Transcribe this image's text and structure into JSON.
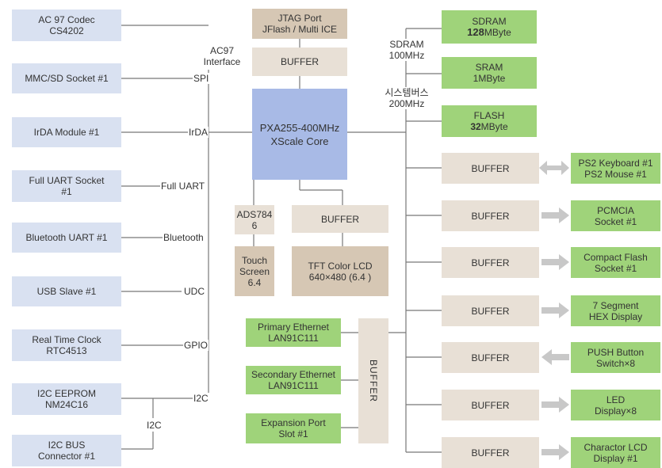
{
  "left": {
    "ac97_codec": [
      "AC 97 Codec",
      "CS4202"
    ],
    "mmc_sd": [
      "MMC/SD Socket #1"
    ],
    "irda_module": [
      "IrDA Module #1"
    ],
    "full_uart_socket": [
      "Full UART Socket",
      "#1"
    ],
    "bluetooth_uart": [
      "Bluetooth UART #1"
    ],
    "usb_slave": [
      "USB Slave #1"
    ],
    "rtc": [
      "Real Time Clock",
      "RTC4513"
    ],
    "i2c_eeprom": [
      "I2C EEPROM",
      "NM24C16"
    ],
    "i2c_bus": [
      "I2C BUS",
      "Connector #1"
    ]
  },
  "interfaces": {
    "ac97": [
      "AC97",
      "Interface"
    ],
    "spi": "SPI",
    "irda": "IrDA",
    "full_uart": "Full UART",
    "bluetooth": "Bluetooth",
    "udc": "UDC",
    "gpio": "GPIO",
    "i2c_right": "I2C",
    "i2c_low": "I2C"
  },
  "center": {
    "jtag": [
      "JTAG Port",
      "JFlash / Multi ICE"
    ],
    "jtag_buffer": "BUFFER",
    "cpu": [
      "PXA255-400MHz",
      "XScale Core"
    ],
    "ads": [
      "ADS784",
      "6"
    ],
    "touch": [
      "Touch",
      "Screen",
      "6.4"
    ],
    "lcd_buffer": "BUFFER",
    "lcd": [
      "TFT Color LCD",
      "640×480 (6.4 )"
    ],
    "eth_primary": [
      "Primary Ethernet",
      "LAN91C111"
    ],
    "eth_secondary": [
      "Secondary Ethernet",
      "LAN91C111"
    ],
    "expansion": [
      "Expansion Port",
      "Slot #1"
    ],
    "eth_buffer": "BUFFER"
  },
  "bus_labels": {
    "sdram_bus": [
      "SDRAM",
      "100MHz"
    ],
    "system_bus": [
      "시스템버스",
      "200MHz"
    ]
  },
  "memory": {
    "sdram": {
      "name": "SDRAM",
      "size_num": "128",
      "size_unit": "MByte"
    },
    "sram": {
      "name": "SRAM",
      "size": "1MByte"
    },
    "flash": {
      "name": "FLASH",
      "size_num": "32",
      "size_unit": "MByte"
    }
  },
  "right": {
    "buffer_label": "BUFFER",
    "peripherals": [
      {
        "lines": [
          "PS2 Keyboard #1",
          "PS2 Mouse #1"
        ],
        "arrow": "both"
      },
      {
        "lines": [
          "PCMCIA",
          "Socket #1"
        ],
        "arrow": "right"
      },
      {
        "lines": [
          "Compact Flash",
          "Socket #1"
        ],
        "arrow": "right"
      },
      {
        "lines": [
          "7 Segment",
          "HEX Display"
        ],
        "arrow": "right"
      },
      {
        "lines": [
          "PUSH Button",
          "Switch×8"
        ],
        "arrow": "left"
      },
      {
        "lines": [
          "LED",
          "Display×8"
        ],
        "arrow": "right"
      },
      {
        "lines": [
          "Charactor LCD",
          "Display #1"
        ],
        "arrow": "right"
      }
    ]
  },
  "colors": {
    "left_box": "#d9e1f1",
    "cpu": "#a8bae6",
    "buffer": "#e8e0d6",
    "dark_tan": "#d6c7b4",
    "green": "#9fd37a",
    "line": "#777777",
    "arrow": "#c8c8c8"
  }
}
